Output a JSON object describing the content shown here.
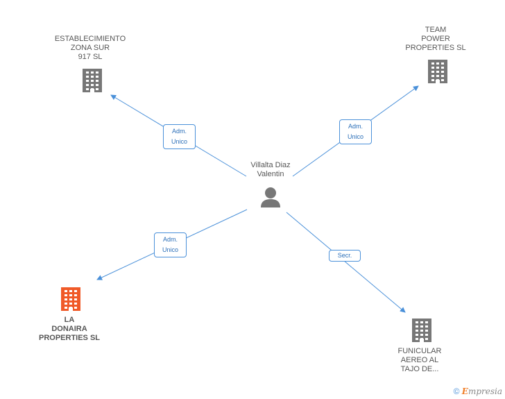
{
  "center": {
    "name_line1": "Villalta Diaz",
    "name_line2": "Valentin"
  },
  "companies": [
    {
      "id": "establecimiento",
      "lines": [
        "ESTABLECIMIENTO",
        "ZONA SUR",
        "917 SL"
      ],
      "color": "#777777"
    },
    {
      "id": "team-power",
      "lines": [
        "TEAM",
        "POWER",
        "PROPERTIES SL"
      ],
      "color": "#777777"
    },
    {
      "id": "la-donaira",
      "lines": [
        "LA",
        "DONAIRA",
        "PROPERTIES SL"
      ],
      "color": "#f05a28"
    },
    {
      "id": "funicular",
      "lines": [
        "FUNICULAR",
        "AEREO AL",
        "TAJO DE..."
      ],
      "color": "#777777"
    }
  ],
  "relations": [
    {
      "lines": [
        "Adm.",
        "Unico"
      ]
    },
    {
      "lines": [
        "Adm.",
        "Unico"
      ]
    },
    {
      "lines": [
        "Adm.",
        "Unico"
      ]
    },
    {
      "lines": [
        "Secr."
      ]
    }
  ],
  "footer": {
    "copyright": "©",
    "brand_e": "E",
    "brand_rest": "mpresia"
  },
  "colors": {
    "edge": "#4a90d9",
    "building": "#777777",
    "highlight": "#f05a28",
    "person": "#777777"
  }
}
